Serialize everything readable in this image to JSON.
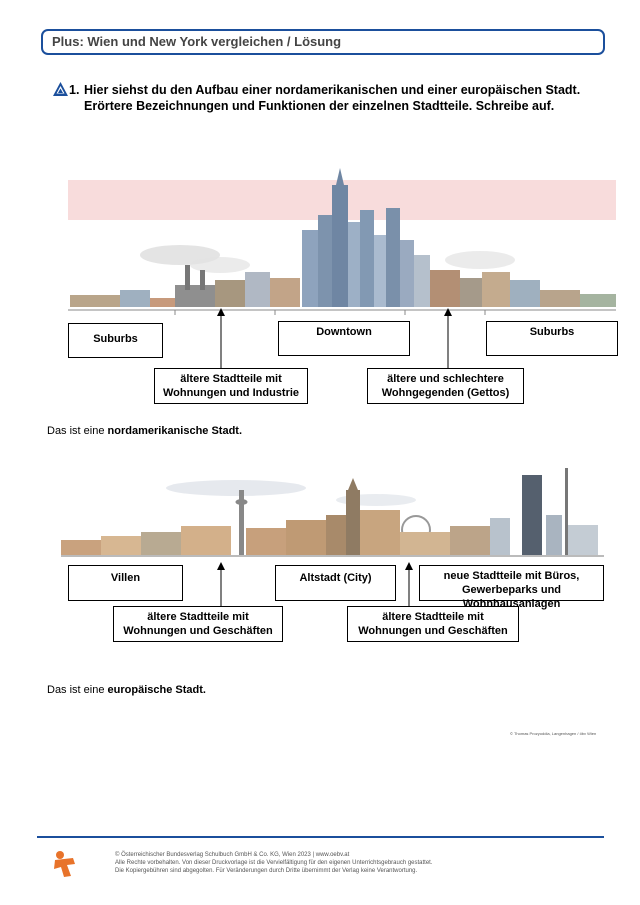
{
  "header": {
    "title": "Plus: Wien und New York vergleichen / Lösung"
  },
  "task": {
    "number": "1.",
    "line1": "Hier siehst du den Aufbau einer nordamerikanischen und einer europäischen Stadt.",
    "line2": "Erörtere Bezeichnungen und Funktionen der einzelnen Stadtteile. Schreibe auf."
  },
  "north_america": {
    "labels": {
      "suburbs_left": "Suburbs",
      "downtown": "Downtown",
      "suburbs_right": "Suburbs",
      "older_industry_1": "ältere Stadtteile mit",
      "older_industry_2": "Wohnungen und Industrie",
      "ghettos_1": "ältere und schlechtere",
      "ghettos_2": "Wohngegenden (Gettos)"
    },
    "sentence_prefix": "Das ist eine ",
    "sentence_bold": "nordamerikanische Stadt."
  },
  "europe": {
    "labels": {
      "villas": "Villen",
      "old_town": "Altstadt (City)",
      "new_districts_1": "neue Stadtteile mit Büros,",
      "new_districts_2": "Gewerbeparks und Wohnhausanlagen",
      "older_shops_left_1": "ältere Stadtteile mit",
      "older_shops_left_2": "Wohnungen und Geschäften",
      "older_shops_right_1": "ältere Stadtteile mit",
      "older_shops_right_2": "Wohnungen und Geschäften"
    },
    "sentence_prefix": "Das ist eine ",
    "sentence_bold": "europäische Stadt."
  },
  "credit": "© Thomas Prozyoddia, Langenhagen / öbv Wien",
  "footer": {
    "line1": "© Österreichischer Bundesverlag Schulbuch GmbH & Co. KG, Wien 2023 | www.oebv.at",
    "line2": "Alle Rechte vorbehalten. Von dieser Druckvorlage ist die Vervielfältigung für den eigenen Unterrichtsgebrauch gestattet.",
    "line3": "Die Kopiergebühren sind abgegolten. Für Veränderungen durch Dritte übernimmt der Verlag keine Verantwortung."
  },
  "colors": {
    "accent": "#1b4f9c",
    "logo": "#e8732a",
    "pink_band": "#f8dcdc"
  },
  "icons": {
    "task": "triangle-level-icon",
    "logo": "oebv-logo"
  }
}
